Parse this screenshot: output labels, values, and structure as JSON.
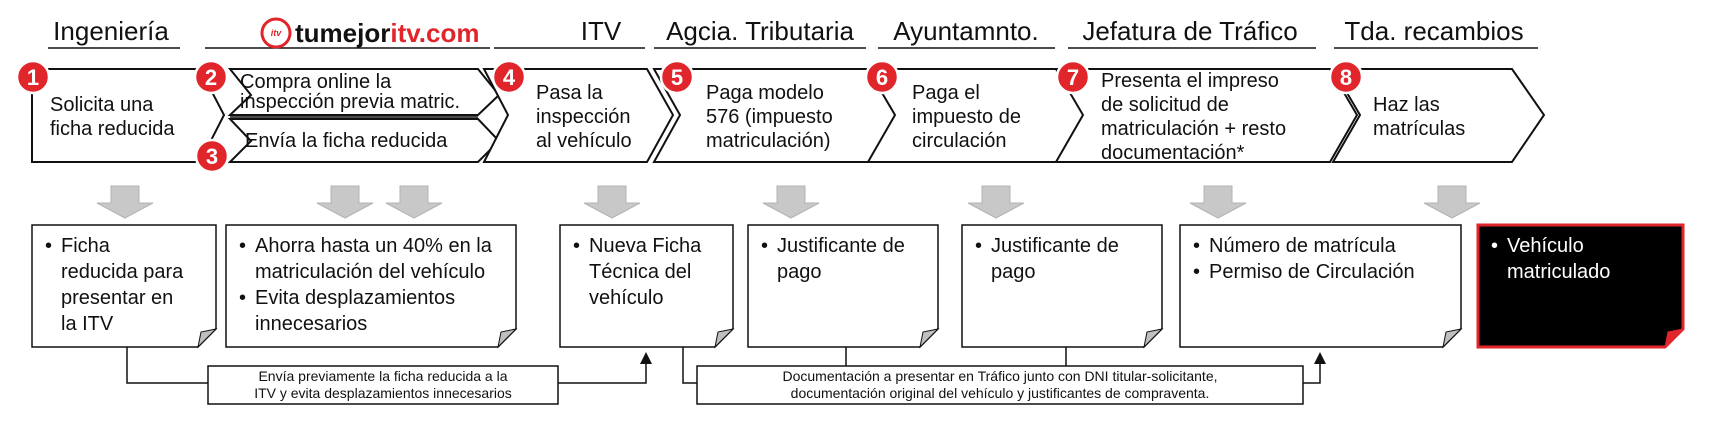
{
  "colors": {
    "accent": "#e0262b",
    "arrow_gray": "#c8c8c8",
    "final_box": "#000000",
    "line": "#111111"
  },
  "logo": {
    "icon_text": "itv",
    "text_dark": "tumejor",
    "text_red": "itv.com"
  },
  "headers": [
    "Ingeniería",
    "",
    "ITV",
    "Agcia. Tributaria",
    "Ayuntamnto.",
    "Jefatura de Tráfico",
    "Tda. recambios"
  ],
  "steps": [
    {
      "number": "1",
      "lines": [
        "Solicita una",
        "ficha reducida"
      ]
    },
    {
      "number": "2",
      "lines": [
        "Compra online la",
        "inspección previa matric."
      ]
    },
    {
      "number": "3",
      "lines": [
        "Envía la ficha reducida"
      ]
    },
    {
      "number": "4",
      "lines": [
        "Pasa la",
        "inspección",
        "al vehículo"
      ]
    },
    {
      "number": "5",
      "lines": [
        "Paga modelo",
        "576 (impuesto",
        "matriculación)"
      ]
    },
    {
      "number": "6",
      "lines": [
        "Paga el",
        "impuesto de",
        "circulación"
      ]
    },
    {
      "number": "7",
      "lines": [
        "Presenta el impreso",
        "de solicitud de",
        "matriculación + resto",
        "documentación*"
      ]
    },
    {
      "number": "8",
      "lines": [
        "Haz las",
        "matrículas"
      ]
    }
  ],
  "results": [
    {
      "bullets": [
        [
          "Ficha",
          "reducida para",
          "presentar en",
          "la ITV"
        ]
      ]
    },
    {
      "bullets": [
        [
          "Ahorra hasta un 40% en la",
          "matriculación del vehículo"
        ],
        [
          "Evita desplazamientos",
          "innecesarios"
        ]
      ]
    },
    {
      "bullets": [
        [
          "Nueva Ficha",
          "Técnica del",
          "vehículo"
        ]
      ]
    },
    {
      "bullets": [
        [
          "Justificante de",
          "pago"
        ]
      ]
    },
    {
      "bullets": [
        [
          "Justificante de",
          "pago"
        ]
      ]
    },
    {
      "bullets": [
        [
          "Número de matrícula"
        ],
        [
          "Permiso de Circulación"
        ]
      ]
    },
    {
      "bullets": [
        [
          "Vehículo",
          "matriculado"
        ]
      ]
    }
  ],
  "notes": [
    {
      "lines": [
        "Envía previamente la ficha reducida a la",
        "ITV y evita desplazamientos innecesarios"
      ]
    },
    {
      "lines": [
        "Documentación a presentar en Tráfico junto con DNI titular-solicitante,",
        "documentación original del vehículo y justificantes de compraventa."
      ]
    }
  ]
}
